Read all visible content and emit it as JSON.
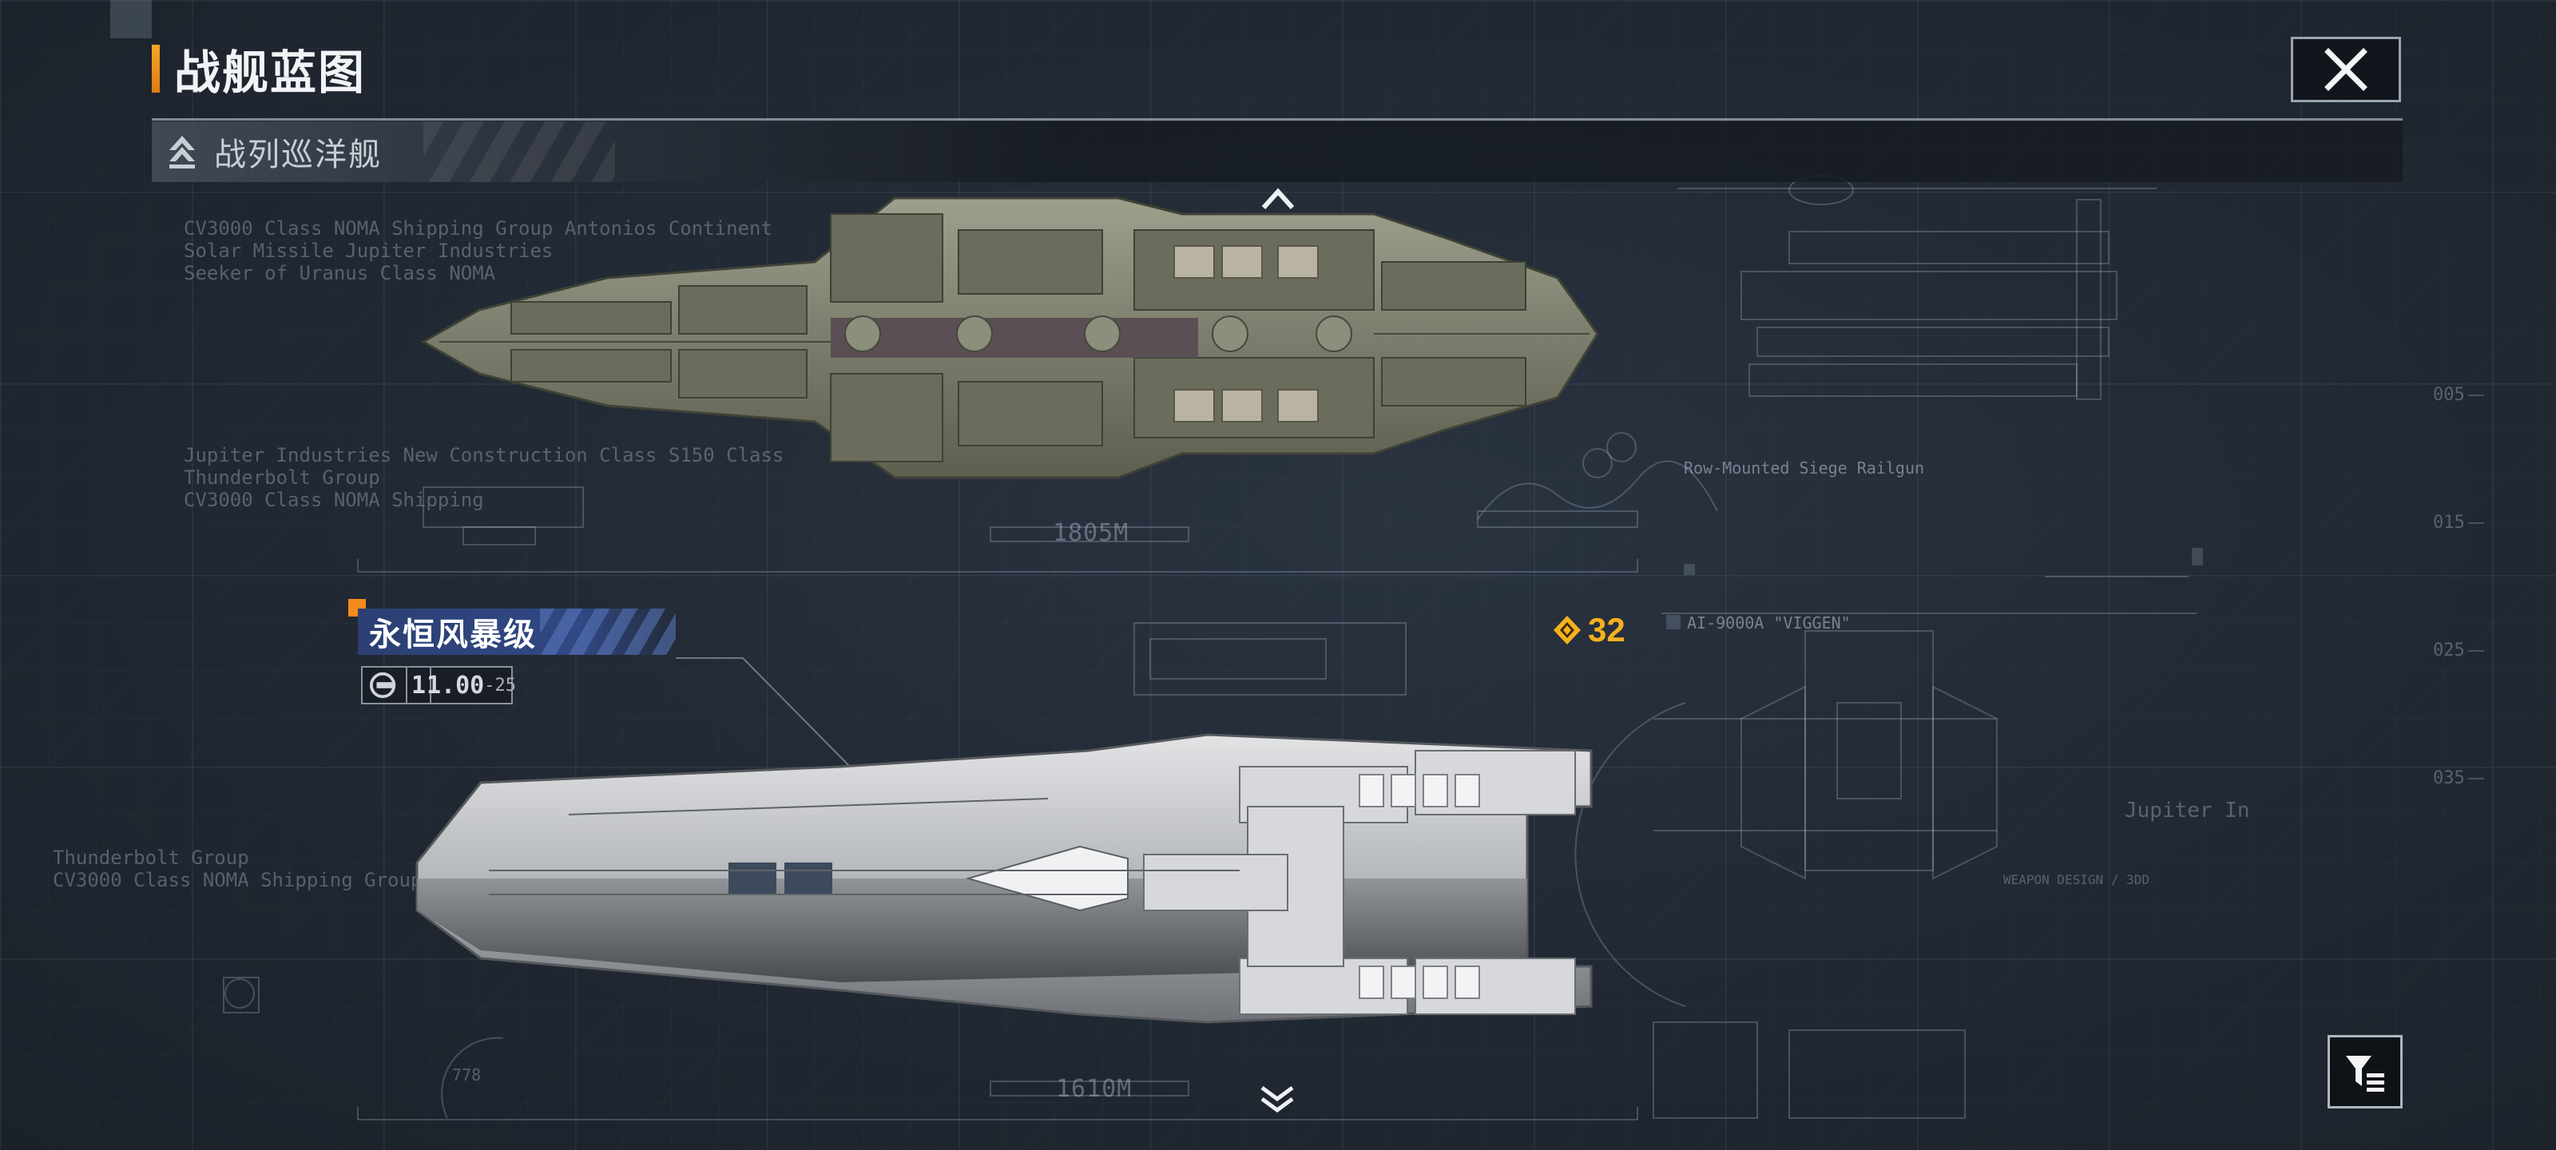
{
  "header": {
    "title": "战舰蓝图",
    "close_icon": "close-icon"
  },
  "category": {
    "label": "战列巡洋舰",
    "icon": "rank-chevron-icon"
  },
  "ships": {
    "top": {
      "scale_text": "1805M"
    },
    "selected": {
      "name": "永恒风暴级",
      "stats": {
        "tier": "1",
        "value_main": "1.00",
        "value_sub": "-25"
      },
      "power": "32",
      "scale_text": "1610M"
    }
  },
  "background_text": {
    "block1": "CV3000 Class NOMA Shipping Group Antonios Continent\nSolar Missile Jupiter Industries\nSeeker of Uranus Class NOMA",
    "block2": "Jupiter Industries New Construction Class S150 Class\nThunderbolt Group\nCV3000 Class NOMA Shipping",
    "block3": "Thunderbolt Group\nCV3000 Class NOMA Shipping Group Antonios",
    "railgun": "Row-Mounted Siege Railgun",
    "viggen": "AI-9000A \"VIGGEN\"",
    "weapon_design": "WEAPON DESIGN / 3DD",
    "jupiter": "Jupiter In",
    "num_005": "005",
    "num_015": "015",
    "num_025": "025",
    "num_035": "035",
    "dial": "778"
  },
  "colors": {
    "accent_orange": "#f28b1c",
    "power_gold": "#f5b01e",
    "name_blue": "#314884"
  }
}
